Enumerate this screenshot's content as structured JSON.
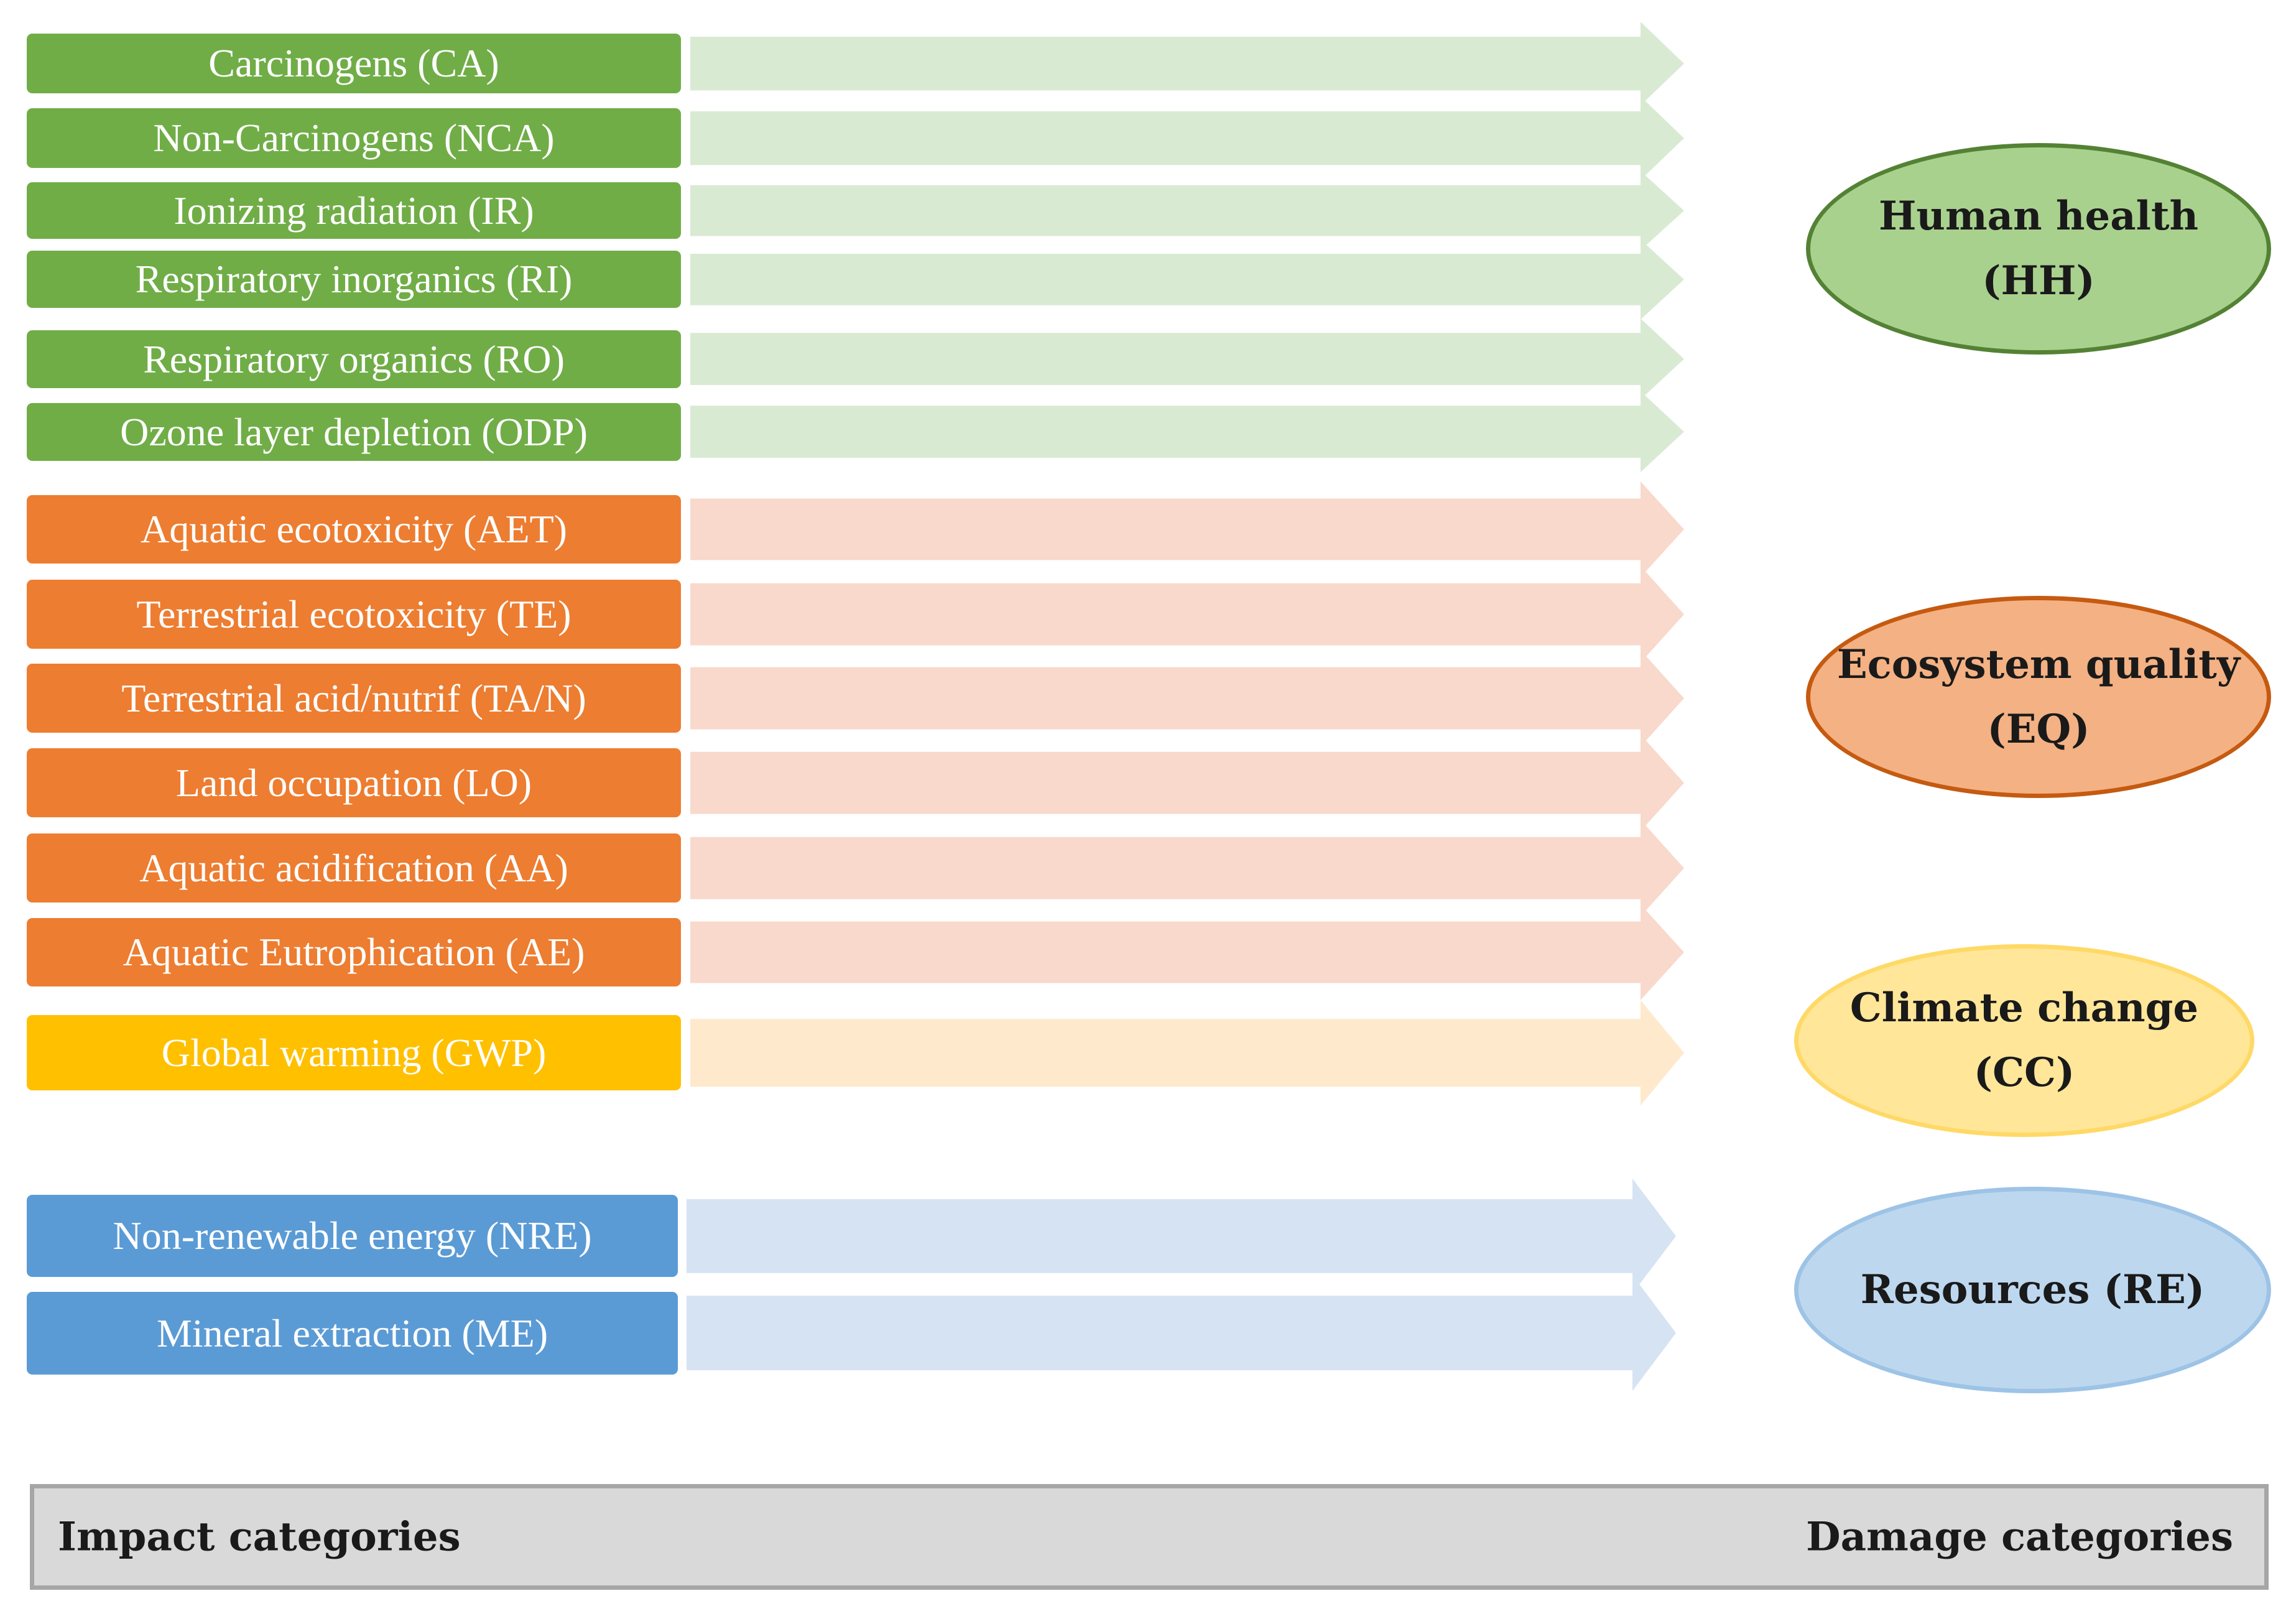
{
  "colors": {
    "human_health_box": "#70ad47",
    "human_health_arrow": "#d9ead3",
    "human_health_ellipse_fill": "#a9d18e",
    "human_health_ellipse_border": "#548235",
    "ecosystem_box": "#ed7d31",
    "ecosystem_arrow": "#f8d9cc",
    "ecosystem_ellipse_fill": "#f4b183",
    "ecosystem_ellipse_border": "#c55a11",
    "climate_box": "#ffc000",
    "climate_arrow": "#ffe9cc",
    "climate_ellipse_fill": "#ffe699",
    "climate_ellipse_border": "#ffd966",
    "resources_box": "#5b9bd5",
    "resources_arrow": "#d6e3f2",
    "resources_ellipse_fill": "#bdd7ee",
    "resources_ellipse_border": "#9dc3e6"
  },
  "impact_categories": [
    {
      "label": "Carcinogens (CA)",
      "group": "human_health"
    },
    {
      "label": "Non-Carcinogens (NCA)",
      "group": "human_health"
    },
    {
      "label": "Ionizing radiation (IR)",
      "group": "human_health"
    },
    {
      "label": "Respiratory inorganics (RI)",
      "group": "human_health"
    },
    {
      "label": "Respiratory organics (RO)",
      "group": "human_health"
    },
    {
      "label": "Ozone layer depletion (ODP)",
      "group": "human_health"
    },
    {
      "label": "Aquatic ecotoxicity (AET)",
      "group": "ecosystem"
    },
    {
      "label": "Terrestrial ecotoxicity (TE)",
      "group": "ecosystem"
    },
    {
      "label": "Terrestrial acid/nutrif (TA/N)",
      "group": "ecosystem"
    },
    {
      "label": "Land occupation (LO)",
      "group": "ecosystem"
    },
    {
      "label": "Aquatic acidification (AA)",
      "group": "ecosystem"
    },
    {
      "label": "Aquatic Eutrophication (AE)",
      "group": "ecosystem"
    },
    {
      "label": "Global warming (GWP)",
      "group": "climate"
    },
    {
      "label": "Non-renewable energy (NRE)",
      "group": "resources"
    },
    {
      "label": "Mineral extraction (ME)",
      "group": "resources"
    }
  ],
  "damage_categories": [
    {
      "line1": "Human health",
      "line2": "(HH)",
      "group": "human_health"
    },
    {
      "line1": "Ecosystem quality",
      "line2": "(EQ)",
      "group": "ecosystem"
    },
    {
      "line1": "Climate change",
      "line2": "(CC)",
      "group": "climate"
    },
    {
      "line1": "Resources (RE)",
      "line2": "",
      "group": "resources"
    }
  ],
  "footer": {
    "left_label": "Impact categories",
    "right_label": "Damage categories"
  }
}
